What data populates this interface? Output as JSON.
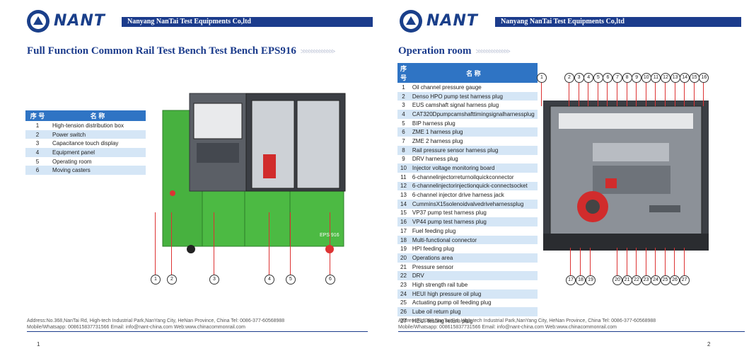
{
  "company": "Nanyang NanTai Test Equipments Co,ltd",
  "logo_text": "NANT",
  "left": {
    "title": "Full Function Common Rail Test Bench Test Bench EPS916",
    "table_header": [
      "序 号",
      "名 称"
    ],
    "table_rows": [
      {
        "n": "1",
        "name": "High-tension distribution box"
      },
      {
        "n": "2",
        "name": "Power switch"
      },
      {
        "n": "3",
        "name": "Capacitance touch display"
      },
      {
        "n": "4",
        "name": "Equipment panel"
      },
      {
        "n": "5",
        "name": "Operating room"
      },
      {
        "n": "6",
        "name": "Moving casters"
      }
    ],
    "model_label": "EPS 916",
    "callouts": [
      "1",
      "2",
      "3",
      "4",
      "5",
      "6"
    ],
    "address_line1": "Address:No.368,NanTai Rd, High-tech Industrial Park,NanYang City, HeNan Province, China   Tel: 0086-377-60568988",
    "address_line2": "Mobile/Whatsapp: 008615837731566  Email: info@nant-china.com  Web:www.chinacommonrail.com",
    "page": "1"
  },
  "right": {
    "title": "Operation room",
    "table_header": [
      "序 号",
      "名 称"
    ],
    "table_rows": [
      {
        "n": "1",
        "name": "Oil channel pressure gauge"
      },
      {
        "n": "2",
        "name": "Denso HPO pump test harness plug"
      },
      {
        "n": "3",
        "name": "EUS camshaft signal harness plug"
      },
      {
        "n": "4",
        "name": "CAT320Dpumpcamshafttimingsignalharnessplug"
      },
      {
        "n": "5",
        "name": "BIP harness plug"
      },
      {
        "n": "6",
        "name": "ZME 1 harness plug"
      },
      {
        "n": "7",
        "name": "ZME 2 harness plug"
      },
      {
        "n": "8",
        "name": "Rail pressure sensor harness plug"
      },
      {
        "n": "9",
        "name": "DRV harness plug"
      },
      {
        "n": "10",
        "name": "Injector voltage monitoring board"
      },
      {
        "n": "11",
        "name": "6-channelinjectorreturnoilquickconnector"
      },
      {
        "n": "12",
        "name": "6-channelinjectorinjectionquick-connectsocket"
      },
      {
        "n": "13",
        "name": "6-channel injector drive harness jack"
      },
      {
        "n": "14",
        "name": "CumminsX15solenoidvalvedriveharnessplug"
      },
      {
        "n": "15",
        "name": "VP37 pump test harness plug"
      },
      {
        "n": "16",
        "name": "VP44 pump test harness plug"
      },
      {
        "n": "17",
        "name": "Fuel feeding plug"
      },
      {
        "n": "18",
        "name": "Multi-functional connector"
      },
      {
        "n": "19",
        "name": "HPI feeding plug"
      },
      {
        "n": "20",
        "name": "Operations area"
      },
      {
        "n": "21",
        "name": "Pressure sensor"
      },
      {
        "n": "22",
        "name": "DRV"
      },
      {
        "n": "23",
        "name": "High strength rail tube"
      },
      {
        "n": "24",
        "name": "HEUI high pressure oil plug"
      },
      {
        "n": "25",
        "name": "Actuating pump oil feeding plug"
      },
      {
        "n": "26",
        "name": "Lube oil return plug"
      },
      {
        "n": "27",
        "name": "HEUI testing return plug"
      }
    ],
    "callouts_top": [
      "1",
      "2",
      "3",
      "4",
      "5",
      "6",
      "7",
      "8",
      "9",
      "10",
      "11",
      "12",
      "13",
      "14",
      "15",
      "16"
    ],
    "callouts_bottom": [
      "17",
      "18",
      "19",
      "20",
      "21",
      "22",
      "23",
      "24",
      "25",
      "26",
      "27"
    ],
    "address_line1": "Address:No.368,NanTai Rd, High-tech Industrial Park,NanYang City, HeNan Province, China   Tel: 0086-377-60568988",
    "address_line2": "Mobile/Whatsapp: 008615837731566  Email: info@nant-china.com  Web:www.chinacommonrail.com",
    "page": "2"
  }
}
